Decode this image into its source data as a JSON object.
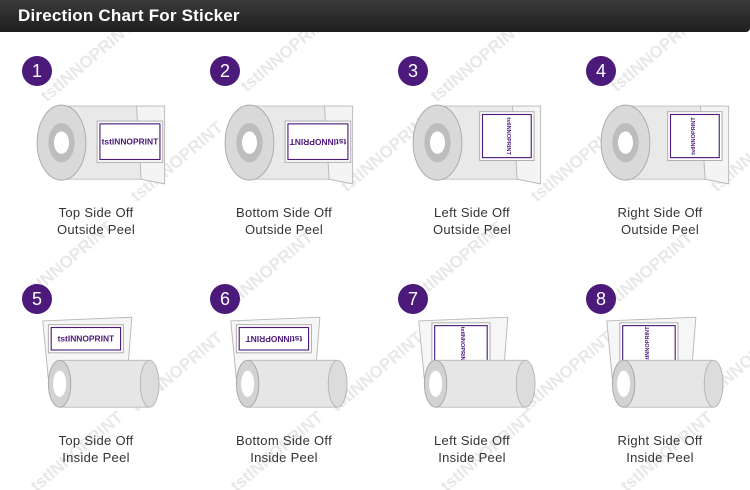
{
  "header": {
    "title": "Direction Chart For Sticker"
  },
  "brand_text": "tstINNOPRINT",
  "watermark_text": "tstINNOPRINT",
  "colors": {
    "badge": "#4b1a7a",
    "label_border": "#4b1a7a",
    "header_bg": "#2b2b2b"
  },
  "items": [
    {
      "number": "1",
      "line1": "Top Side Off",
      "line2": "Outside Peel",
      "wind": "outside",
      "side": "top"
    },
    {
      "number": "2",
      "line1": "Bottom Side Off",
      "line2": "Outside Peel",
      "wind": "outside",
      "side": "bottom"
    },
    {
      "number": "3",
      "line1": "Left Side Off",
      "line2": "Outside Peel",
      "wind": "outside",
      "side": "left"
    },
    {
      "number": "4",
      "line1": "Right Side Off",
      "line2": "Outside Peel",
      "wind": "outside",
      "side": "right"
    },
    {
      "number": "5",
      "line1": "Top Side Off",
      "line2": "Inside Peel",
      "wind": "inside",
      "side": "top"
    },
    {
      "number": "6",
      "line1": "Bottom Side Off",
      "line2": "Inside Peel",
      "wind": "inside",
      "side": "bottom"
    },
    {
      "number": "7",
      "line1": "Left Side Off",
      "line2": "Inside Peel",
      "wind": "inside",
      "side": "left"
    },
    {
      "number": "8",
      "line1": "Right Side Off",
      "line2": "Inside Peel",
      "wind": "inside",
      "side": "right"
    }
  ]
}
